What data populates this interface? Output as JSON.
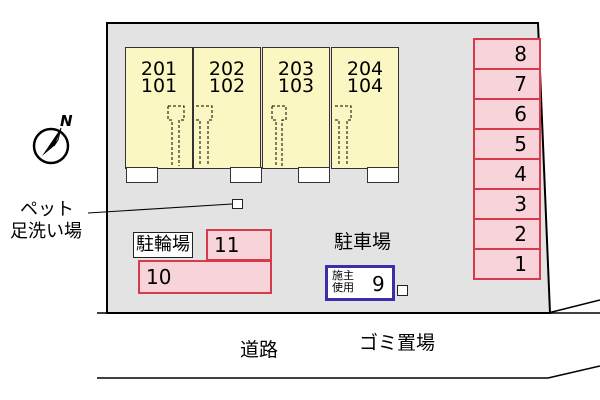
{
  "units": [
    {
      "upper": "201",
      "lower": "101"
    },
    {
      "upper": "202",
      "lower": "102"
    },
    {
      "upper": "203",
      "lower": "103"
    },
    {
      "upper": "204",
      "lower": "104"
    }
  ],
  "right_parking": [
    "8",
    "7",
    "6",
    "5",
    "4",
    "3",
    "2",
    "1"
  ],
  "bike_parking": {
    "label": "駐輪場",
    "space_top": "11",
    "space_bottom": "10"
  },
  "parking_lot_label": "駐車場",
  "owner_space": {
    "label_line1": "施主",
    "label_line2": "使用",
    "number": "9"
  },
  "pet_wash": {
    "line1": "ペット",
    "line2": "足洗い場"
  },
  "garbage_label": "ゴミ置場",
  "road_label": "道路",
  "compass_letter": "N",
  "colors": {
    "unit_fill": "#fbf7c2",
    "space_fill": "#f8d3da",
    "space_border": "#d63b4b",
    "owner_border": "#3a2fa8",
    "lot_fill": "#e3e3e3"
  }
}
